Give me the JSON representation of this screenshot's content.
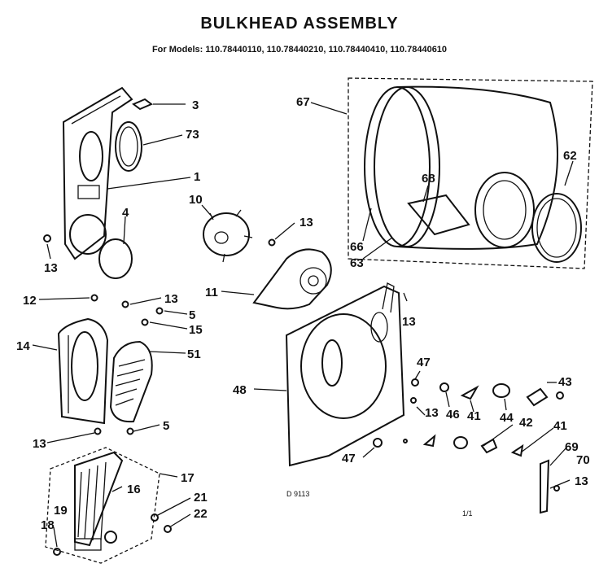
{
  "title": "BULKHEAD ASSEMBLY",
  "subtitle": "For Models: 110.78440110, 110.78440210, 110.78440410, 110.78440610",
  "footer_code": "D 9113",
  "page_mark": "1/1",
  "callouts": {
    "c3": "3",
    "c73": "73",
    "c1": "1",
    "c4": "4",
    "c10": "10",
    "c13a": "13",
    "c13b": "13",
    "c11": "11",
    "c12": "12",
    "c13c": "13",
    "c5a": "5",
    "c15": "15",
    "c14": "14",
    "c51": "51",
    "c13d": "13",
    "c5b": "5",
    "c17": "17",
    "c16": "16",
    "c19": "19",
    "c18": "18",
    "c21": "21",
    "c22": "22",
    "c67": "67",
    "c68": "68",
    "c62": "62",
    "c66": "66",
    "c63": "63",
    "c13e": "13",
    "c48": "48",
    "c47a": "47",
    "c13f": "13",
    "c46": "46",
    "c41a": "41",
    "c44": "44",
    "c42": "42",
    "c43": "43",
    "c41b": "41",
    "c47b": "47",
    "c69": "69",
    "c70": "70",
    "c13g": "13"
  }
}
